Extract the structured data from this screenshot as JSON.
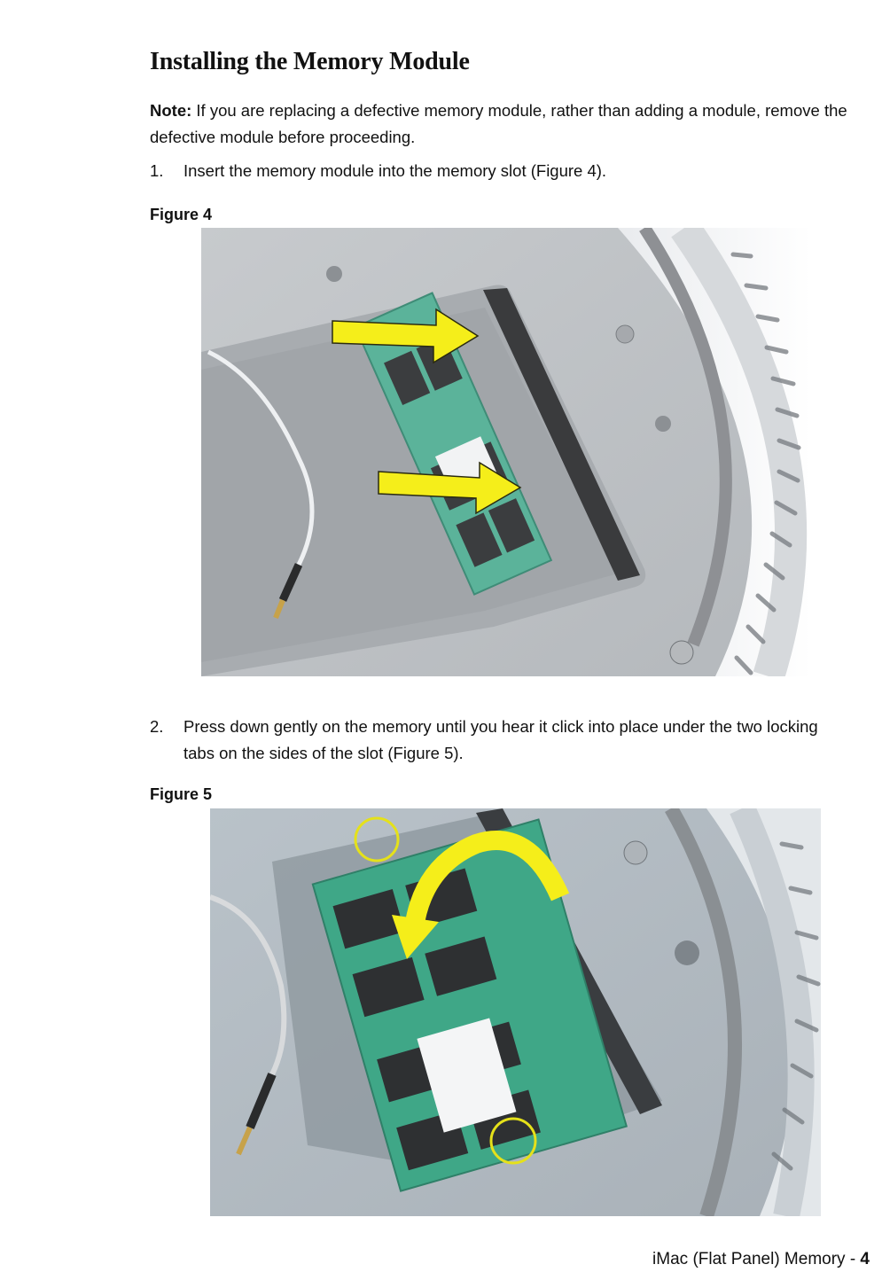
{
  "page": {
    "heading": "Installing the Memory Module",
    "note": {
      "label": "Note:",
      "text": " If you are replacing a defective memory module, rather than adding a module, remove the defective module before proceeding."
    },
    "steps": [
      {
        "number": "1.",
        "text": "Insert the memory module into the memory slot (Figure 4)."
      },
      {
        "number": "2.",
        "text": "Press down gently on the memory until you hear it click into place under the two locking tabs on the sides of the slot (Figure 5)."
      }
    ],
    "figures": [
      {
        "label": "Figure 4",
        "description": "Memory module being inserted into the iMac memory slot; two yellow arrows point toward the slot."
      },
      {
        "label": "Figure 5",
        "description": "Memory module pressed down into the slot; yellow curved arrow and two yellow circles highlight the locking tabs."
      }
    ],
    "footer": {
      "title": "iMac (Flat Panel) Memory - ",
      "page_number": "4"
    }
  },
  "colors": {
    "arrow_yellow": "#f5ee1a",
    "pcb_green": "#3fa787",
    "chassis_gray": "#c9ccd0"
  }
}
